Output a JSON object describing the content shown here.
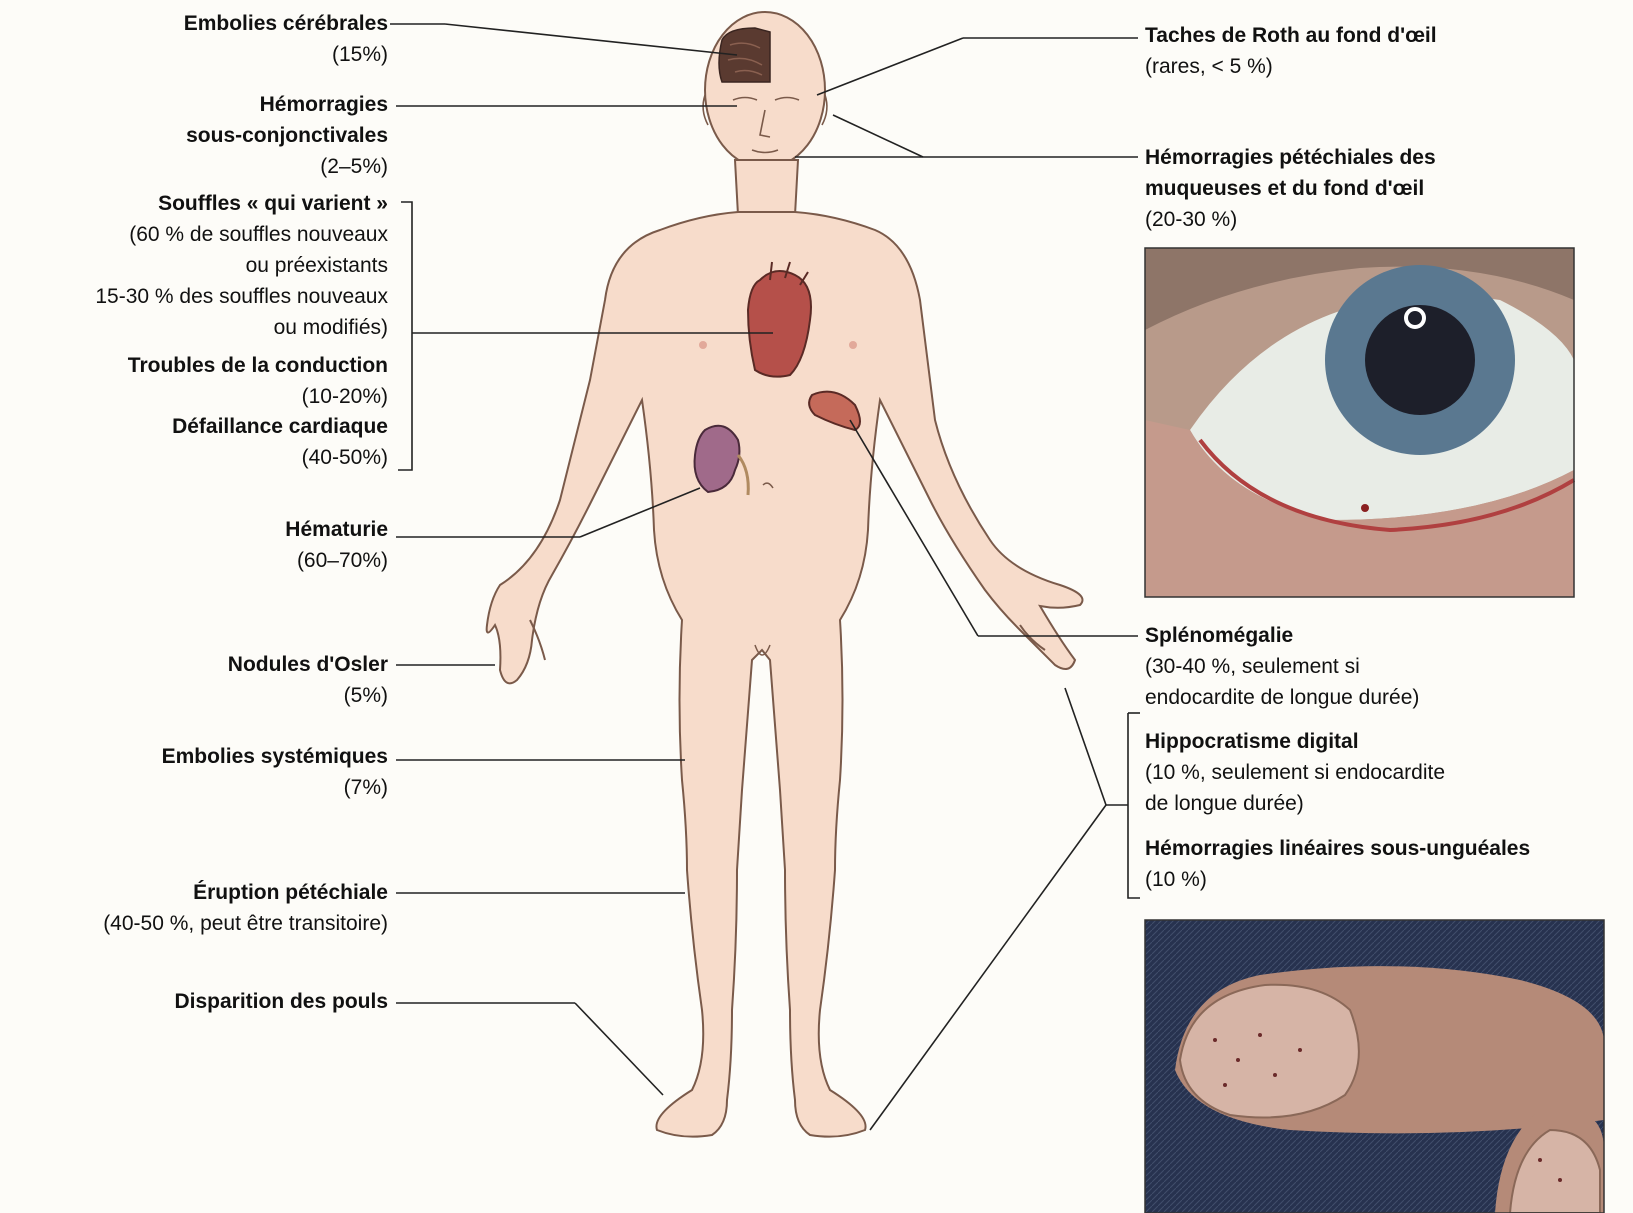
{
  "left_labels": [
    {
      "title": "Embolies cérébrales",
      "detail": [
        "(15%)"
      ]
    },
    {
      "title": "Hémorragies",
      "title2": "sous-conjonctivales",
      "detail": [
        "(2–5%)"
      ]
    },
    {
      "title": "Souffles « qui varient »",
      "detail": [
        "(60 % de souffles nouveaux",
        "ou préexistants",
        "15-30 % des souffles nouveaux",
        "ou modifiés)"
      ]
    },
    {
      "title": "Troubles de la conduction",
      "detail": [
        "(10-20%)"
      ]
    },
    {
      "title": "Défaillance cardiaque",
      "detail": [
        "(40-50%)"
      ]
    },
    {
      "title": "Hématurie",
      "detail": [
        "(60–70%)"
      ]
    },
    {
      "title": "Nodules d'Osler",
      "detail": [
        "(5%)"
      ]
    },
    {
      "title": "Embolies systémiques",
      "detail": [
        "(7%)"
      ]
    },
    {
      "title": "Éruption pétéchiale",
      "detail": [
        "(40-50 %, peut être transitoire)"
      ]
    },
    {
      "title": "Disparition des pouls",
      "detail": []
    }
  ],
  "right_labels": [
    {
      "title": "Taches de Roth au fond d'œil",
      "detail": [
        "(rares, < 5 %)"
      ]
    },
    {
      "title": "Hémorragies pétéchiales des",
      "title2": "muqueuses et du fond d'œil",
      "detail": [
        "(20-30 %)"
      ]
    },
    {
      "title": "Splénomégalie",
      "detail": [
        "(30-40 %, seulement si",
        "endocardite de longue durée)"
      ]
    },
    {
      "title": "Hippocratisme digital",
      "detail": [
        "(10 %, seulement si endocardite",
        "de longue durée)"
      ]
    },
    {
      "title": "Hémorragies linéaires sous-unguéales",
      "detail": [
        "(10 %)"
      ]
    }
  ],
  "colors": {
    "skin": "#f7dccb",
    "skin_outline": "#7a5a4a",
    "heart": "#b5504a",
    "kidney": "#a06a8a",
    "spleen": "#c56a5a",
    "brain": "#5a3a30",
    "leader": "#222222",
    "background": "#fdfcf8"
  },
  "photos": [
    {
      "name": "eye-photo"
    },
    {
      "name": "fingernails-photo"
    }
  ]
}
